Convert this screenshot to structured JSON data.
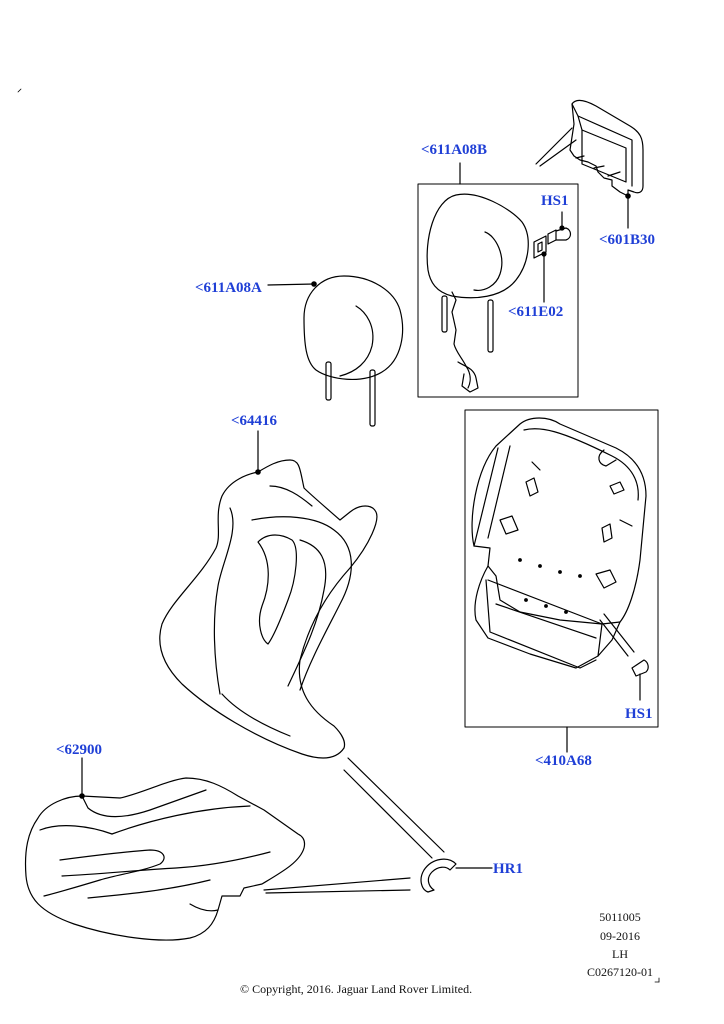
{
  "callouts": {
    "headrest_assy_b": "<611A08B",
    "headrest_assy_a": "<611A08A",
    "hs1_top": "HS1",
    "headrest_trim_601b30": "<601B30",
    "guide_611e02": "<611E02",
    "backrest_cover_64416": "<64416",
    "backrest_panel_410a68": "<410A68",
    "hs1_bottom": "HS1",
    "cushion_62900": "<62900",
    "hog_ring_hr1": "HR1"
  },
  "info": {
    "part_number": "5011005",
    "date": "09-2016",
    "side": "LH",
    "illustration_id": "C0267120-01"
  },
  "copyright": "© Copyright, 2016. Jaguar Land Rover Limited.",
  "colors": {
    "callout": "#1f3fd6",
    "line": "#000000"
  }
}
